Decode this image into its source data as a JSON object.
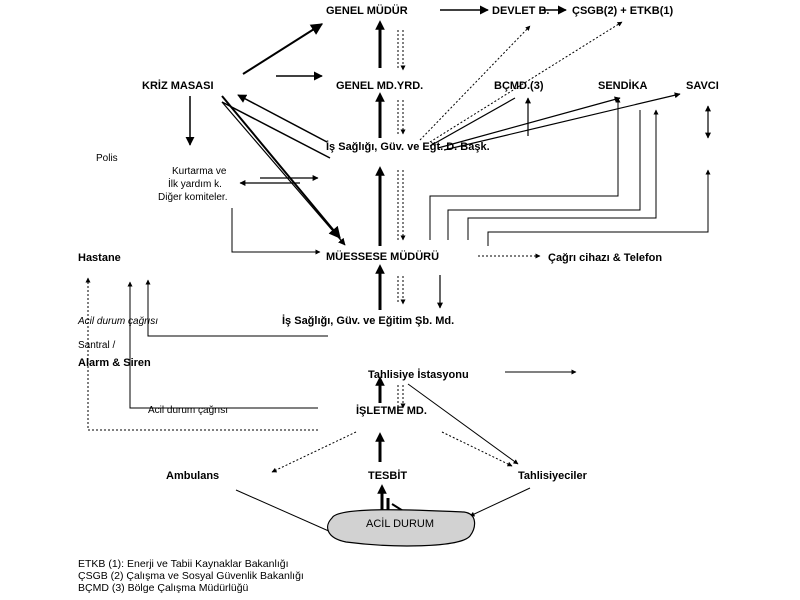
{
  "nodes": {
    "genel_mudur": "GENEL MÜDÜR",
    "devlet": "DEVLET B.",
    "csgb_etkb": "ÇSGB(2) + ETKB(1)",
    "kriz_masasi": "KRİZ MASASI",
    "genel_md_yrd": "GENEL MD.YRD.",
    "bcmd": "BÇMD.(3)",
    "sendika": "SENDİKA",
    "savci": "SAVCI",
    "is_sagligi_top": "İş Sağlığı, Güv. ve Eğt. D. Başk.",
    "polis": "Polis",
    "kurtarma_1": "Kurtarma ve",
    "kurtarma_2": "İlk yardım k.",
    "kurtarma_3": "Diğer komiteler.",
    "hastane": "Hastane",
    "muessese": "MÜESSESE MÜDÜRÜ",
    "cagri": "Çağrı cihazı & Telefon",
    "acil_cagri_1": "Acil durum çağrısı",
    "is_sagligi_mid": "İş Sağlığı, Güv. ve Eğitim Şb. Md.",
    "santral": "Santral /",
    "alarm": "Alarm & Siren",
    "tahlisiye_istasyonu": "Tahlisiye İstasyonu",
    "acil_cagri_2": "Acil durum çağrısı",
    "isletme": "İŞLETME MD.",
    "ambulans": "Ambulans",
    "tesbit": "TESBİT",
    "tahlisiyeciler": "Tahlisiyeciler",
    "acil_durum": "ACİL DURUM"
  },
  "legend": [
    "ETKB  (1): Enerji ve Tabii Kaynaklar Bakanlığı",
    "ÇSGB  (2) Çalışma ve Sosyal Güvenlik Bakanlığı",
    "BÇMD (3) Bölge Çalışma Müdürlüğü"
  ]
}
